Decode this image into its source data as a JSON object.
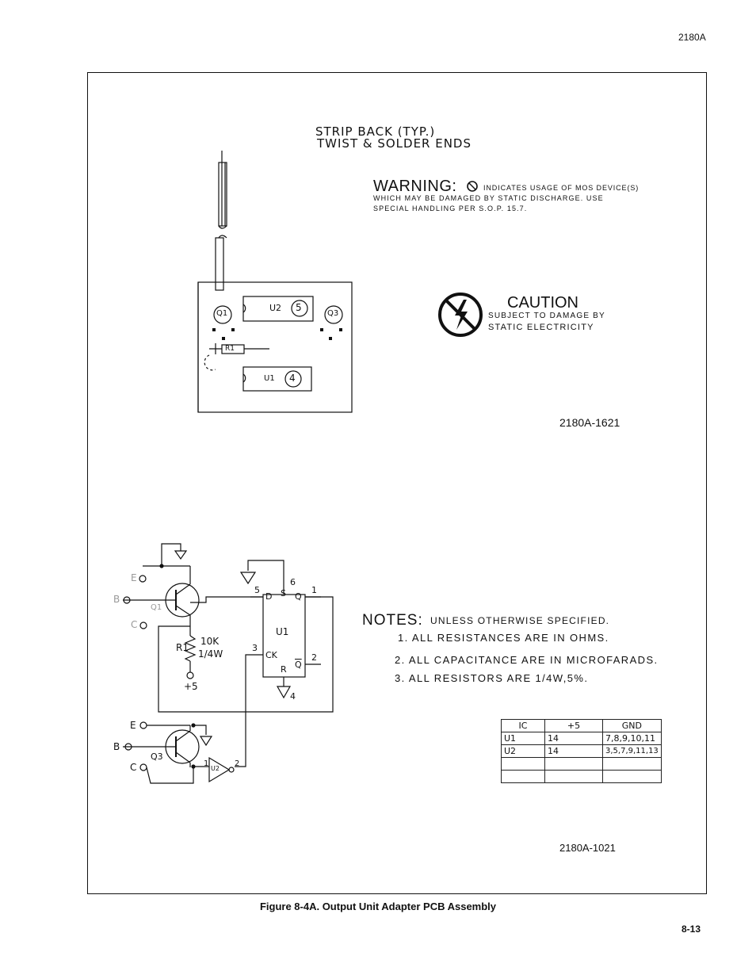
{
  "header": {
    "doc_number": "2180A"
  },
  "figure": {
    "assembly_note": {
      "line1": "STRIP BACK (TYP.)",
      "line2": "TWIST & SOLDER ENDS"
    },
    "warning": {
      "title": "WARNING:",
      "line1": "INDICATES USAGE OF MOS DEVICE(S)",
      "line2": "WHICH MAY BE DAMAGED BY STATIC DISCHARGE.  USE",
      "line3": "SPECIAL HANDLING PER S.O.P. 15.7."
    },
    "caution": {
      "title": "CAUTION",
      "line1": "SUBJECT TO DAMAGE BY",
      "line2": "STATIC ELECTRICITY"
    },
    "pcb_labels": {
      "q1": "Q1",
      "q3": "Q3",
      "u2": "U2",
      "u2_num": "5",
      "u1": "U1",
      "u1_num": "4",
      "r1": "R1"
    },
    "assembly_figure_number": "2180A-1621",
    "schematic": {
      "q1_pins": {
        "e": "E",
        "b": "B",
        "c": "C",
        "name": "Q1"
      },
      "r1": {
        "name": "R1",
        "value": "10K",
        "rating": "1/4W",
        "supply": "+5"
      },
      "u1": {
        "name": "U1",
        "d": "D",
        "s": "S",
        "q": "Q",
        "ck": "CK",
        "qbar": "Q",
        "r": "R",
        "pin5": "5",
        "pin6": "6",
        "pin1": "1",
        "pin3": "3",
        "pin2": "2",
        "pin4": "4"
      },
      "q3_pins": {
        "e": "E",
        "b": "B",
        "c": "C",
        "name": "Q3"
      },
      "u2": {
        "name": "U2",
        "pin_in": "1",
        "pin_out": "2"
      }
    },
    "notes": {
      "title": "NOTES:",
      "subtitle": "UNLESS OTHERWISE SPECIFIED.",
      "items": [
        "1. ALL RESISTANCES ARE IN OHMS.",
        "2. ALL CAPACITANCE ARE IN MICROFARADS.",
        "3. ALL RESISTORS ARE 1/4W,5%."
      ]
    },
    "ic_table": {
      "headers": [
        "IC",
        "+5",
        "GND"
      ],
      "rows": [
        [
          "U1",
          "14",
          "7,8,9,10,11"
        ],
        [
          "U2",
          "14",
          "3,5,7,9,11,13"
        ],
        [
          "",
          "",
          ""
        ],
        [
          "",
          "",
          ""
        ]
      ]
    },
    "schematic_figure_number": "2180A-1021"
  },
  "caption": "Figure 8-4A. Output Unit Adapter PCB Assembly",
  "footer": {
    "page_number": "8-13"
  }
}
